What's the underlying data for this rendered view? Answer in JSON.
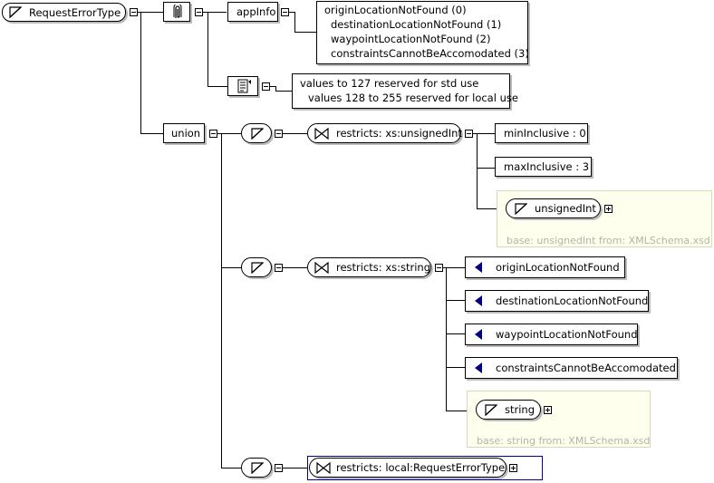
{
  "root": {
    "name": "RequestErrorType"
  },
  "annotation": {
    "appinfo_label": "appInfo",
    "appinfo_lines": [
      "originLocationNotFound (0)",
      "destinationLocationNotFound (1)",
      "waypointLocationNotFound (2)",
      "constraintsCannotBeAccomodated (3)"
    ],
    "documentation_lines": [
      "values to 127 reserved for std use",
      "values 128 to 255 reserved for local use"
    ]
  },
  "union": {
    "label": "union",
    "member1": {
      "restriction": "restricts: xs:unsignedInt",
      "facets": [
        "minInclusive : 0",
        "maxInclusive : 3"
      ],
      "base_type": "unsignedInt",
      "base_note": "base: unsignedInt from: XMLSchema.xsd"
    },
    "member2": {
      "restriction": "restricts: xs:string",
      "enumerations": [
        "originLocationNotFound",
        "destinationLocationNotFound",
        "waypointLocationNotFound",
        "constraintsCannotBeAccomodated"
      ],
      "base_type": "string",
      "base_note": "base: string from: XMLSchema.xsd"
    },
    "member3": {
      "restriction": "restricts: local:RequestErrorType"
    }
  }
}
